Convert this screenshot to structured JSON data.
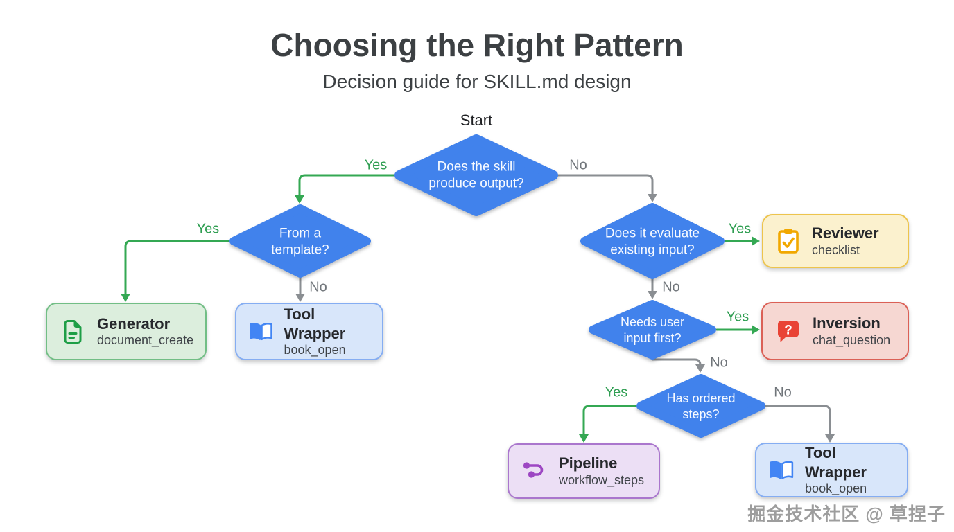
{
  "title": "Choosing the Right Pattern",
  "subtitle": "Decision guide for SKILL.md design",
  "start_label": "Start",
  "labels": {
    "yes": "Yes",
    "no": "No"
  },
  "decisions": [
    {
      "id": "produce-output",
      "question": "Does the skill produce output?"
    },
    {
      "id": "from-template",
      "question": "From a template?"
    },
    {
      "id": "evaluate-input",
      "question": "Does it evaluate existing input?"
    },
    {
      "id": "needs-user-input",
      "question": "Needs user input first?"
    },
    {
      "id": "ordered-steps",
      "question": "Has ordered steps?"
    }
  ],
  "patterns": [
    {
      "id": "generator",
      "name": "Generator",
      "tool": "document_create",
      "icon": "document-create-icon"
    },
    {
      "id": "tool-wrapper-1",
      "name": "Tool Wrapper",
      "tool": "book_open",
      "icon": "book-open-icon"
    },
    {
      "id": "reviewer",
      "name": "Reviewer",
      "tool": "checklist",
      "icon": "checklist-icon"
    },
    {
      "id": "inversion",
      "name": "Inversion",
      "tool": "chat_question",
      "icon": "chat-question-icon"
    },
    {
      "id": "pipeline",
      "name": "Pipeline",
      "tool": "workflow_steps",
      "icon": "workflow-steps-icon"
    },
    {
      "id": "tool-wrapper-2",
      "name": "Tool Wrapper",
      "tool": "book_open",
      "icon": "book-open-icon"
    }
  ],
  "watermark": "掘金技术社区 @ 草捏子",
  "colors": {
    "decision_fill": "#4182EC",
    "decision_text": "#F7FAFF",
    "yes_line": "#34A853",
    "yes_text": "#2F9E52",
    "no_line": "#8A8E92",
    "no_text": "#70757A",
    "title_text": "#3C4043",
    "generator_fill": "#DCEEDD",
    "generator_border": "#72BE85",
    "generator_icon": "#1E9E46",
    "tool_wrapper_fill": "#D8E6FA",
    "tool_wrapper_border": "#85ADF2",
    "tool_wrapper_icon": "#4285F4",
    "reviewer_fill": "#FBF1CE",
    "reviewer_border": "#EDC44C",
    "reviewer_icon": "#F1A800",
    "inversion_fill": "#F6D7D2",
    "inversion_border": "#DB6056",
    "inversion_icon": "#E94335",
    "pipeline_fill": "#ECDFF5",
    "pipeline_border": "#AA76CD",
    "pipeline_icon": "#9D47C3"
  }
}
